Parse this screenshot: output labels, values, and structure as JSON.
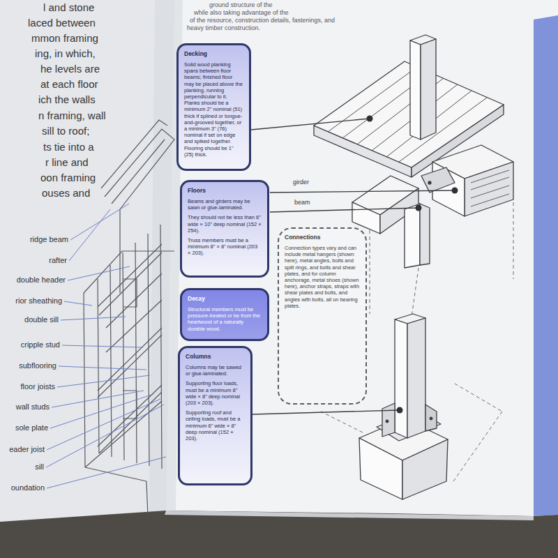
{
  "diagram": {
    "nodes": [
      {
        "text": [
          "Decking",
          "Solid wood planking spans between floor beams; finished floor may be placed above the planking, running perpendicular to it. Planks should be a minimum 2\" nominal (51) thick if splined or tongue-and-grooved together, or a minimum 3\" (76) nominal if set on edge and spiked together. Flooring should be 1\" (25) thick."
        ]
      },
      {
        "text": [
          "Floors",
          "Beams and girders may be sawn or glue-laminated.",
          "They should not be less than 6\" wide × 10\" deep nominal (152 × 254).",
          "Truss members must be a minimum 8\" × 8\" nominal (203 × 203)."
        ]
      },
      {
        "text": [
          "Decay",
          "Structural members must be pressure-treated or be from the heartwood of a naturally durable wood."
        ]
      },
      {
        "text": [
          "Columns",
          "Columns may be sawed or glue-laminated.",
          "Supporting floor loads, must be a minimum 8\" wide × 8\" deep nominal (203 × 203).",
          "Supporting roof and ceiling loads, must be a minimum 6\" wide × 8\" deep nominal (152 × 203)."
        ]
      },
      {
        "text": [
          "Connections",
          "Connection types vary and can include metal hangers (shown here), metal angles, bolts and split rings, and bolts and shear plates, and for column anchorage, metal shoes (shown here), anchor straps, straps with shear plates and bolts, and angles with bolts, all on bearing plates."
        ]
      }
    ],
    "labels": [
      "l and stone",
      "laced between",
      "mmon framing",
      "ing, in which,",
      "he levels are",
      "at each floor",
      "ich the walls",
      "n framing, wall",
      "sill to roof;",
      "ts tie into a",
      "r line and",
      "oon framing",
      "ouses and",
      "ground structure of the",
      "while also taking advantage of the",
      "of the resource, construction details, fastenings, and",
      "heavy timber construction.",
      "ridge beam",
      "rafter",
      "double header",
      "rior sheathing",
      "double sill",
      "cripple stud",
      "subflooring",
      "floor joists",
      "wall studs",
      "sole plate",
      "eader joist",
      "sill",
      "oundation",
      "girder",
      "beam"
    ]
  }
}
